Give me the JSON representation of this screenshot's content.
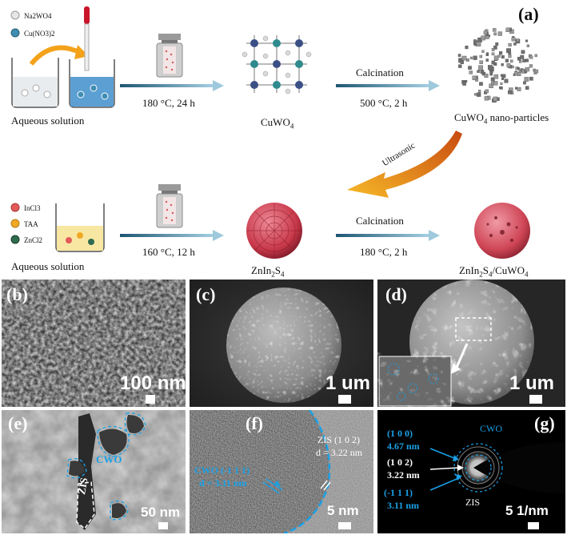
{
  "panel_a": {
    "label": "(a)",
    "legend_top": [
      "Na2WO4",
      "Cu(NO3)2"
    ],
    "legend_bottom": [
      "InCl3",
      "TAA",
      "ZnCl2"
    ],
    "top_row": {
      "left_caption": "Aqueous solution",
      "step1": "180 °C, 24 h",
      "product1": "CuWO",
      "product1_sub": "4",
      "step2_top": "Calcination",
      "step2_bottom": "500 °C, 2 h",
      "product2": "CuWO",
      "product2_sub": "4",
      "product2_tail": " nano-particles"
    },
    "curve_label": "Ultrasonic",
    "bottom_row": {
      "left_caption": "Aqueous solution",
      "step1": "160 °C, 12 h",
      "product1": "ZnIn",
      "product1_s1": "2",
      "product1_mid": "S",
      "product1_s2": "4",
      "step2_top": "Calcination",
      "step2_bottom": "180 °C, 2 h",
      "product2": "ZnIn",
      "product2_s1": "2",
      "product2_mid": "S",
      "product2_s2": "4",
      "product2_tail": "/CuWO",
      "product2_s3": "4"
    }
  },
  "panel_b": {
    "label": "(b)",
    "scale": "100 nm"
  },
  "panel_c": {
    "label": "(c)",
    "scale": "1 um"
  },
  "panel_d": {
    "label": "(d)",
    "scale": "1 um"
  },
  "panel_e": {
    "label": "(e)",
    "scale": "50 nm",
    "cwo": "CWO",
    "zis": "ZIS"
  },
  "panel_f": {
    "label": "(f)",
    "scale": "5 nm",
    "cwo_plane": "CWO (-1 1 1)",
    "cwo_d": "d = 3.11 nm",
    "zis_plane": "ZIS (1 0 2)",
    "zis_d": "d = 3.22 nm"
  },
  "panel_g": {
    "label": "(g)",
    "scale": "5 1/nm",
    "cwo": "CWO",
    "zis": "ZIS",
    "ring1_plane": "(1 0 0)",
    "ring1_d": "4.67 nm",
    "ring2_plane": "(1 0 2)",
    "ring2_d": "3.22 nm",
    "ring3_plane": "(-1 1 1)",
    "ring3_d": "3.11 nm"
  },
  "colors": {
    "accent_cyan": "#1aa0e6",
    "arrow_orange": "#f3a21a",
    "sphere_red": "#c8384a"
  }
}
